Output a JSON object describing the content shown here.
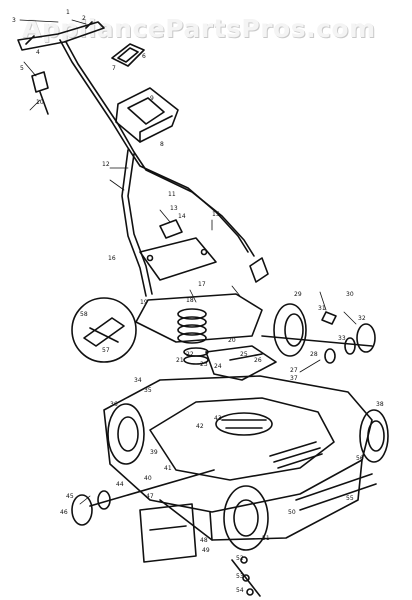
{
  "watermark": "AppliancePartsPros.com",
  "callouts": [
    "1",
    "2",
    "3",
    "4",
    "5",
    "6",
    "7",
    "8",
    "9",
    "10",
    "11",
    "12",
    "13",
    "14",
    "15",
    "16",
    "17",
    "18",
    "19",
    "20",
    "21",
    "22",
    "23",
    "24",
    "25",
    "26",
    "27",
    "28",
    "29",
    "30",
    "31",
    "32",
    "33",
    "34",
    "35",
    "36",
    "37",
    "38",
    "39",
    "40",
    "41",
    "42",
    "43",
    "44",
    "45",
    "46",
    "47",
    "48",
    "49",
    "50",
    "51",
    "52",
    "53",
    "54",
    "55",
    "56",
    "57",
    "58"
  ]
}
